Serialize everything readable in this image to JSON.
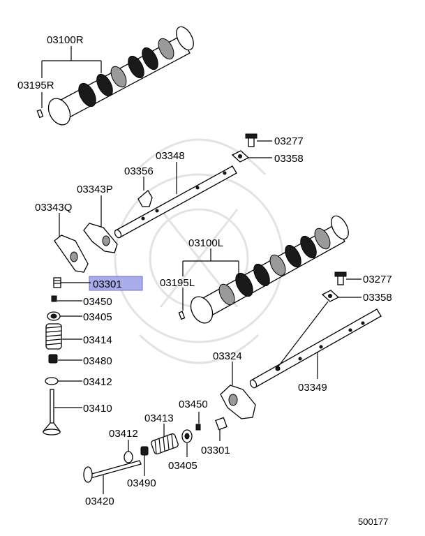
{
  "diagram_id": "500177",
  "highlight_color": "#a8ace8",
  "labels": {
    "camshaft_r": "03100R",
    "pin_r": "03195R",
    "bolt_upper": "03277",
    "washer_upper": "03358",
    "rocker_shaft_upper": "03348",
    "clip": "03356",
    "rocker_arm_p": "03343P",
    "rocker_arm_q": "03343Q",
    "camshaft_l": "03100L",
    "pin_l": "03195L",
    "adjuster_highlighted": "03301",
    "retainer_lock_left": "03450",
    "retainer_left": "03405",
    "spring_left": "03414",
    "stem_seal": "03480",
    "seat_left": "03412",
    "intake_valve": "03410",
    "bolt_lower": "03277",
    "washer_lower": "03358",
    "rocker_arm_lower": "03324",
    "rocker_shaft_lower": "03349",
    "retainer_lock_right": "03450",
    "spring_right": "03413",
    "seat_right": "03412",
    "adjuster_right": "03301",
    "retainer_right": "03405",
    "seal_right": "03490",
    "exhaust_valve": "03420"
  }
}
